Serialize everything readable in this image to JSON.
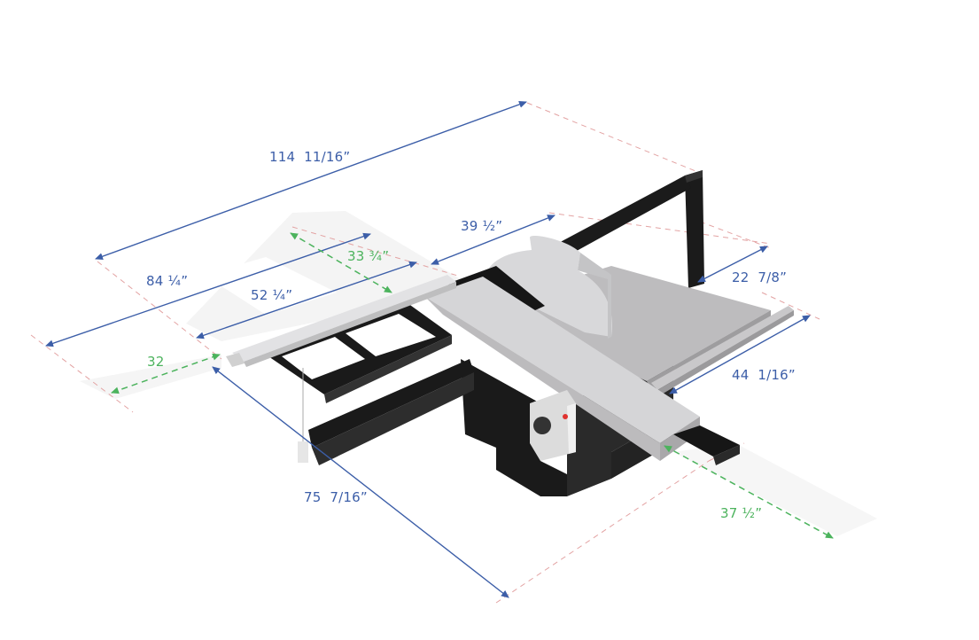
{
  "diagram": {
    "subject": "Sliding table panel saw — overall dimensions",
    "colors": {
      "dimension_primary": "#3c5ea8",
      "dimension_secondary": "#4cb35d",
      "extension_line": "#e3a3a3",
      "machine_dark": "#1b1b1b",
      "machine_light": "#d6d6d8",
      "machine_table": "#bdbcbe",
      "indicator_red": "#e0322f"
    },
    "dimensions": {
      "overall_length": "114  11/16”",
      "sliding_table_outer": "84 ¼”",
      "sliding_table_inner": "52 ¼”",
      "crosscut_fence_travel": "33 ¾”",
      "main_table_width": "39 ½”",
      "rear_extension_depth": "22  7/8”",
      "main_table_depth": "44  1/16”",
      "left_clearance": "32",
      "overall_depth": "75  7/16”",
      "front_clearance": "37 ½”"
    }
  }
}
